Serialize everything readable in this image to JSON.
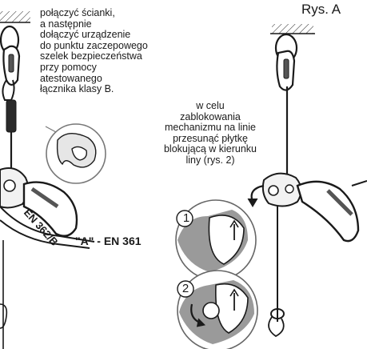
{
  "title": "Rys. A",
  "left_instruction": [
    "połączyć ścianki,",
    "a następnie",
    "dołączyć urządzenie",
    "do punktu zaczepowego",
    "szelek bezpieczeństwa",
    "przy pomocy",
    "atestowanego",
    "łącznika klasy B."
  ],
  "right_instruction": [
    "w celu",
    "zablokowania",
    "mechanizmu na linie",
    "przesunąć płytkę",
    "blokującą w kierunku",
    "liny (rys. 2)"
  ],
  "standard_label_1": "EN 362/B",
  "standard_label_2": "\"A\" - EN 361",
  "step_1": "1",
  "step_2": "2",
  "colors": {
    "ink": "#1a1a1a",
    "shade": "#9a9a9a",
    "light_shade": "#d9d9d9"
  }
}
